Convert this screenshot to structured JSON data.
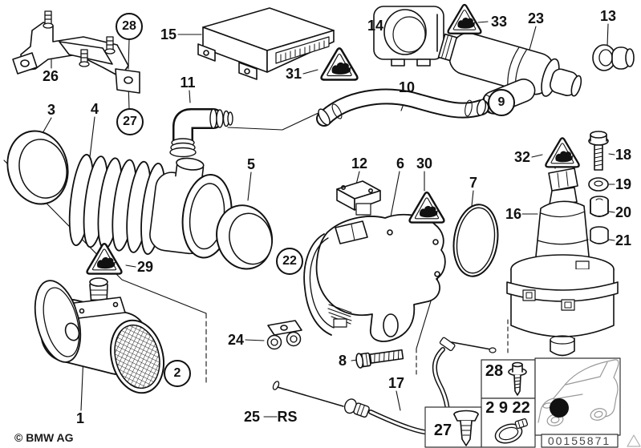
{
  "footer": {
    "copyright": "© BMW AG"
  },
  "callouts": {
    "n1": "1",
    "n2": "2",
    "n3": "3",
    "n4": "4",
    "n5": "5",
    "n6": "6",
    "n7": "7",
    "n8": "8",
    "n9": "9",
    "n10": "10",
    "n11": "11",
    "n12": "12",
    "n13": "13",
    "n14": "14",
    "n15": "15",
    "n16": "16",
    "n17": "17",
    "n18": "18",
    "n19": "19",
    "n20": "20",
    "n21": "21",
    "n22": "22",
    "n23": "23",
    "n24": "24",
    "n25": "25",
    "n26": "26",
    "n27": "27",
    "n28": "28",
    "n29": "29",
    "n30": "30",
    "n31": "31",
    "n32": "32",
    "n33": "33",
    "rs": "RS"
  },
  "legend": {
    "screw_label": "28",
    "clamp_labels": "2 9 22",
    "grommet_label": "27",
    "code": "00155871"
  }
}
